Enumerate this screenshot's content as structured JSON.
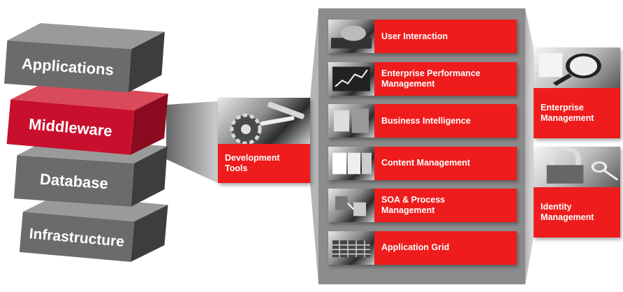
{
  "stack": {
    "layers": [
      {
        "label": "Applications",
        "color": "#6b6b6b"
      },
      {
        "label": "Middleware",
        "color": "#c8102e"
      },
      {
        "label": "Database",
        "color": "#6b6b6b"
      },
      {
        "label": "Infrastructure",
        "color": "#6b6b6b"
      }
    ]
  },
  "left_tile": {
    "label": "Development\nTools",
    "photo": "gears-and-tools"
  },
  "middle_tiles": [
    {
      "label": "User Interaction",
      "photo": "hand-on-keyboard"
    },
    {
      "label": "Enterprise Performance\nManagement",
      "photo": "line-chart-screen"
    },
    {
      "label": "Business Intelligence",
      "photo": "data-screens"
    },
    {
      "label": "Content Management",
      "photo": "document-pages"
    },
    {
      "label": "SOA & Process\nManagement",
      "photo": "connected-blocks"
    },
    {
      "label": "Application Grid",
      "photo": "grid-chips"
    }
  ],
  "right_tiles": [
    {
      "label": "Enterprise\nManagement",
      "photo": "magnifying-glass"
    },
    {
      "label": "Identity\nManagement",
      "photo": "padlock-and-keys"
    }
  ],
  "colors": {
    "accent_red": "#ee1c1c",
    "stack_red": "#c8102e",
    "stack_grey": "#6b6b6b",
    "panel_grey": "#8c8c8c"
  }
}
